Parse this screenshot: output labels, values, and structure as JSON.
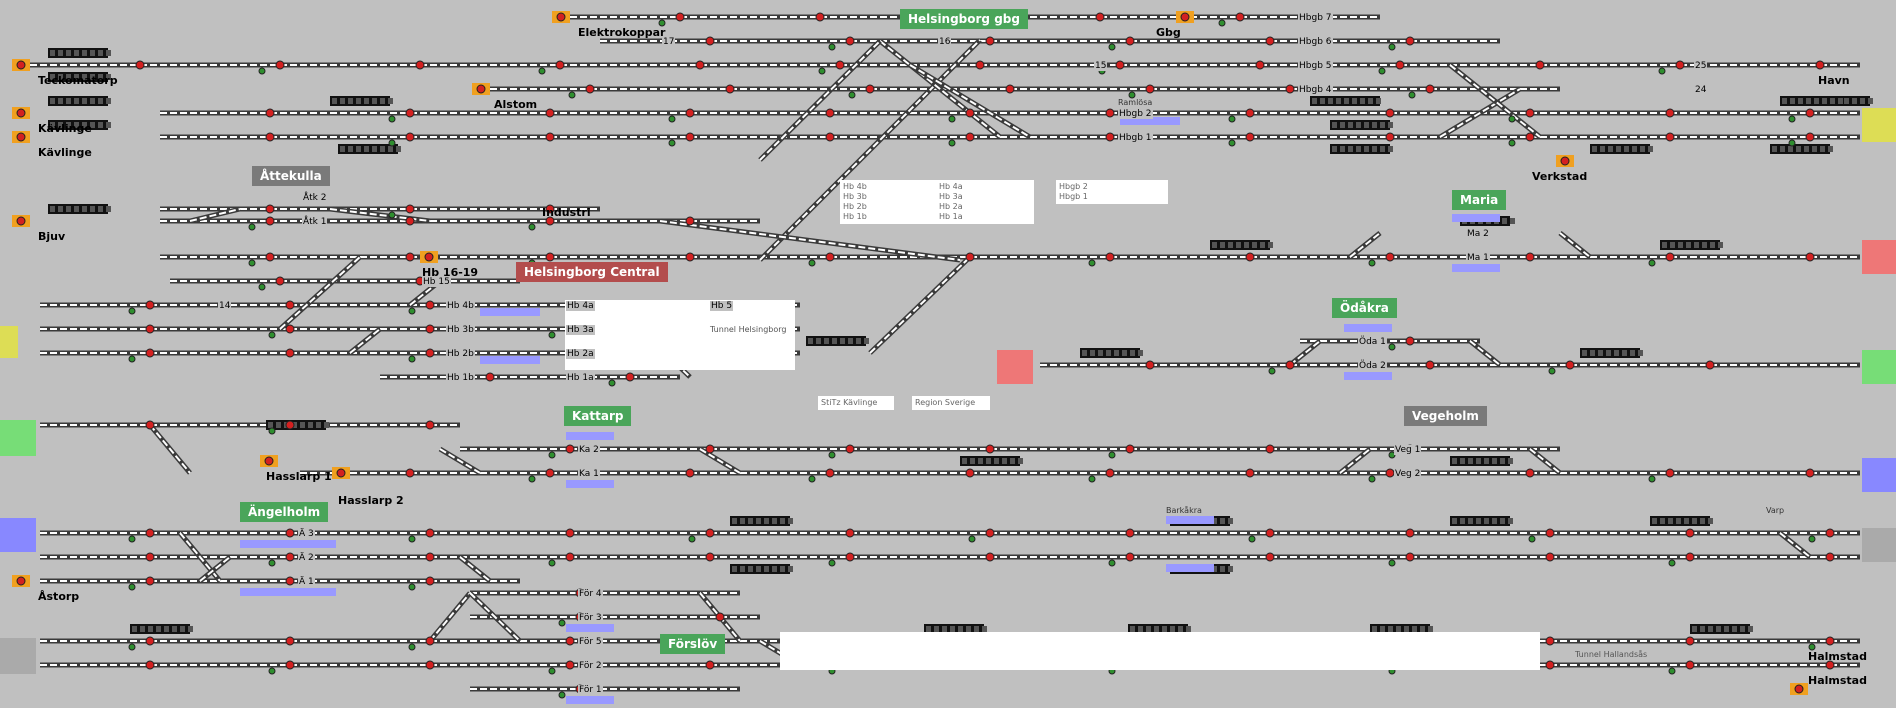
{
  "stations": [
    {
      "id": "helsingborg-gbg",
      "name": "Helsingborg gbg",
      "style": "green"
    },
    {
      "id": "attekulla",
      "name": "Åttekulla",
      "style": "grey"
    },
    {
      "id": "helsingborg-central",
      "name": "Helsingborg Central",
      "style": "red"
    },
    {
      "id": "maria",
      "name": "Maria",
      "style": "green"
    },
    {
      "id": "odakra",
      "name": "Ödåkra",
      "style": "green"
    },
    {
      "id": "kattarp",
      "name": "Kattarp",
      "style": "green"
    },
    {
      "id": "vegeholm",
      "name": "Vegeholm",
      "style": "grey"
    },
    {
      "id": "angelholm",
      "name": "Ängelholm",
      "style": "green"
    },
    {
      "id": "forslov",
      "name": "Förslöv",
      "style": "green"
    }
  ],
  "place_labels": [
    {
      "id": "elektrokoppar",
      "text": "Elektrokoppar"
    },
    {
      "id": "teckomatorp",
      "text": "Teckomatorp"
    },
    {
      "id": "alstom",
      "text": "Alstom"
    },
    {
      "id": "kavlinge1",
      "text": "Kävlinge"
    },
    {
      "id": "kavlinge2",
      "text": "Kävlinge"
    },
    {
      "id": "bjuv",
      "text": "Bjuv"
    },
    {
      "id": "industri",
      "text": "Industri"
    },
    {
      "id": "gbg",
      "text": "Gbg"
    },
    {
      "id": "havn",
      "text": "Havn"
    },
    {
      "id": "verkstad",
      "text": "Verkstad"
    },
    {
      "id": "hb1619",
      "text": "Hb 16-19"
    },
    {
      "id": "hasslarp1",
      "text": "Hasslarp 1"
    },
    {
      "id": "hasslarp2",
      "text": "Hasslarp 2"
    },
    {
      "id": "astorp",
      "text": "Åstorp"
    },
    {
      "id": "halmstad1",
      "text": "Halmstad"
    },
    {
      "id": "halmstad2",
      "text": "Halmstad"
    }
  ],
  "track_labels": [
    {
      "id": "t17",
      "text": "17"
    },
    {
      "id": "t16",
      "text": "16"
    },
    {
      "id": "t15",
      "text": "15"
    },
    {
      "id": "t25",
      "text": "25"
    },
    {
      "id": "t24",
      "text": "24"
    },
    {
      "id": "t14",
      "text": "14"
    },
    {
      "id": "hbgb7",
      "text": "Hbgb 7"
    },
    {
      "id": "hbgb6",
      "text": "Hbgb 6"
    },
    {
      "id": "hbgb5",
      "text": "Hbgb 5"
    },
    {
      "id": "hbgb4",
      "text": "Hbgb 4"
    },
    {
      "id": "hbgb2",
      "text": "Hbgb 2"
    },
    {
      "id": "hbgb1",
      "text": "Hbgb 1"
    },
    {
      "id": "atk2",
      "text": "Åtk 2"
    },
    {
      "id": "atk1",
      "text": "Åtk 1"
    },
    {
      "id": "hb15",
      "text": "Hb 15"
    },
    {
      "id": "hb4b",
      "text": "Hb 4b"
    },
    {
      "id": "hb4a",
      "text": "Hb 4a"
    },
    {
      "id": "hb3b",
      "text": "Hb 3b"
    },
    {
      "id": "hb3a",
      "text": "Hb 3a"
    },
    {
      "id": "hb2b",
      "text": "Hb 2b"
    },
    {
      "id": "hb2a",
      "text": "Hb 2a"
    },
    {
      "id": "hb1b",
      "text": "Hb 1b"
    },
    {
      "id": "hb1a",
      "text": "Hb 1a"
    },
    {
      "id": "hb5",
      "text": "Hb 5"
    },
    {
      "id": "ma2",
      "text": "Ma 2"
    },
    {
      "id": "ma1",
      "text": "Ma 1"
    },
    {
      "id": "oda1",
      "text": "Öda 1"
    },
    {
      "id": "oda2",
      "text": "Öda 2"
    },
    {
      "id": "ka2",
      "text": "Ka 2"
    },
    {
      "id": "ka1",
      "text": "Ka 1"
    },
    {
      "id": "veg1",
      "text": "Veg 1"
    },
    {
      "id": "veg2",
      "text": "Veg 2"
    },
    {
      "id": "a3",
      "text": "Ä 3"
    },
    {
      "id": "a2",
      "text": "Ä 2"
    },
    {
      "id": "a1",
      "text": "Ä 1"
    },
    {
      "id": "for4",
      "text": "För 4"
    },
    {
      "id": "for3",
      "text": "För 3"
    },
    {
      "id": "for5",
      "text": "För 5"
    },
    {
      "id": "for2",
      "text": "För 2"
    },
    {
      "id": "for1",
      "text": "För 1"
    }
  ],
  "small_labels": [
    {
      "id": "ramlosa",
      "text": "Ramlösa"
    },
    {
      "id": "barkakra",
      "text": "Barkåkra"
    },
    {
      "id": "varp",
      "text": "Varp"
    },
    {
      "id": "stitz",
      "text": "StiTz Kävlinge"
    },
    {
      "id": "region",
      "text": "Region Sverige"
    },
    {
      "id": "tunnel-hbg",
      "text": "Tunnel Helsingborg"
    },
    {
      "id": "tunnel-hall",
      "text": "Tunnel Hallandsås"
    }
  ],
  "legend_left": [
    "Hb 4b",
    "Hb 3b",
    "Hb 2b",
    "Hb 1b"
  ],
  "legend_mid": [
    "Hb 4a",
    "Hb 3a",
    "Hb 2a",
    "Hb 1a"
  ],
  "legend_right": [
    "Hbgb 2",
    "Hbgb 1"
  ],
  "colors": {
    "background": "#c0c0c0",
    "track": "#ffffff",
    "signal_red": "#d32020",
    "signal_green": "#2f8f2f",
    "buffer_orange": "#f0a020",
    "occupied_blue": "#9999ff",
    "tunnel_white": "#ffffff",
    "edge_yellow": "#dddd55",
    "edge_green": "#77dd77",
    "edge_red": "#ee7777",
    "edge_blue": "#8888ff"
  }
}
